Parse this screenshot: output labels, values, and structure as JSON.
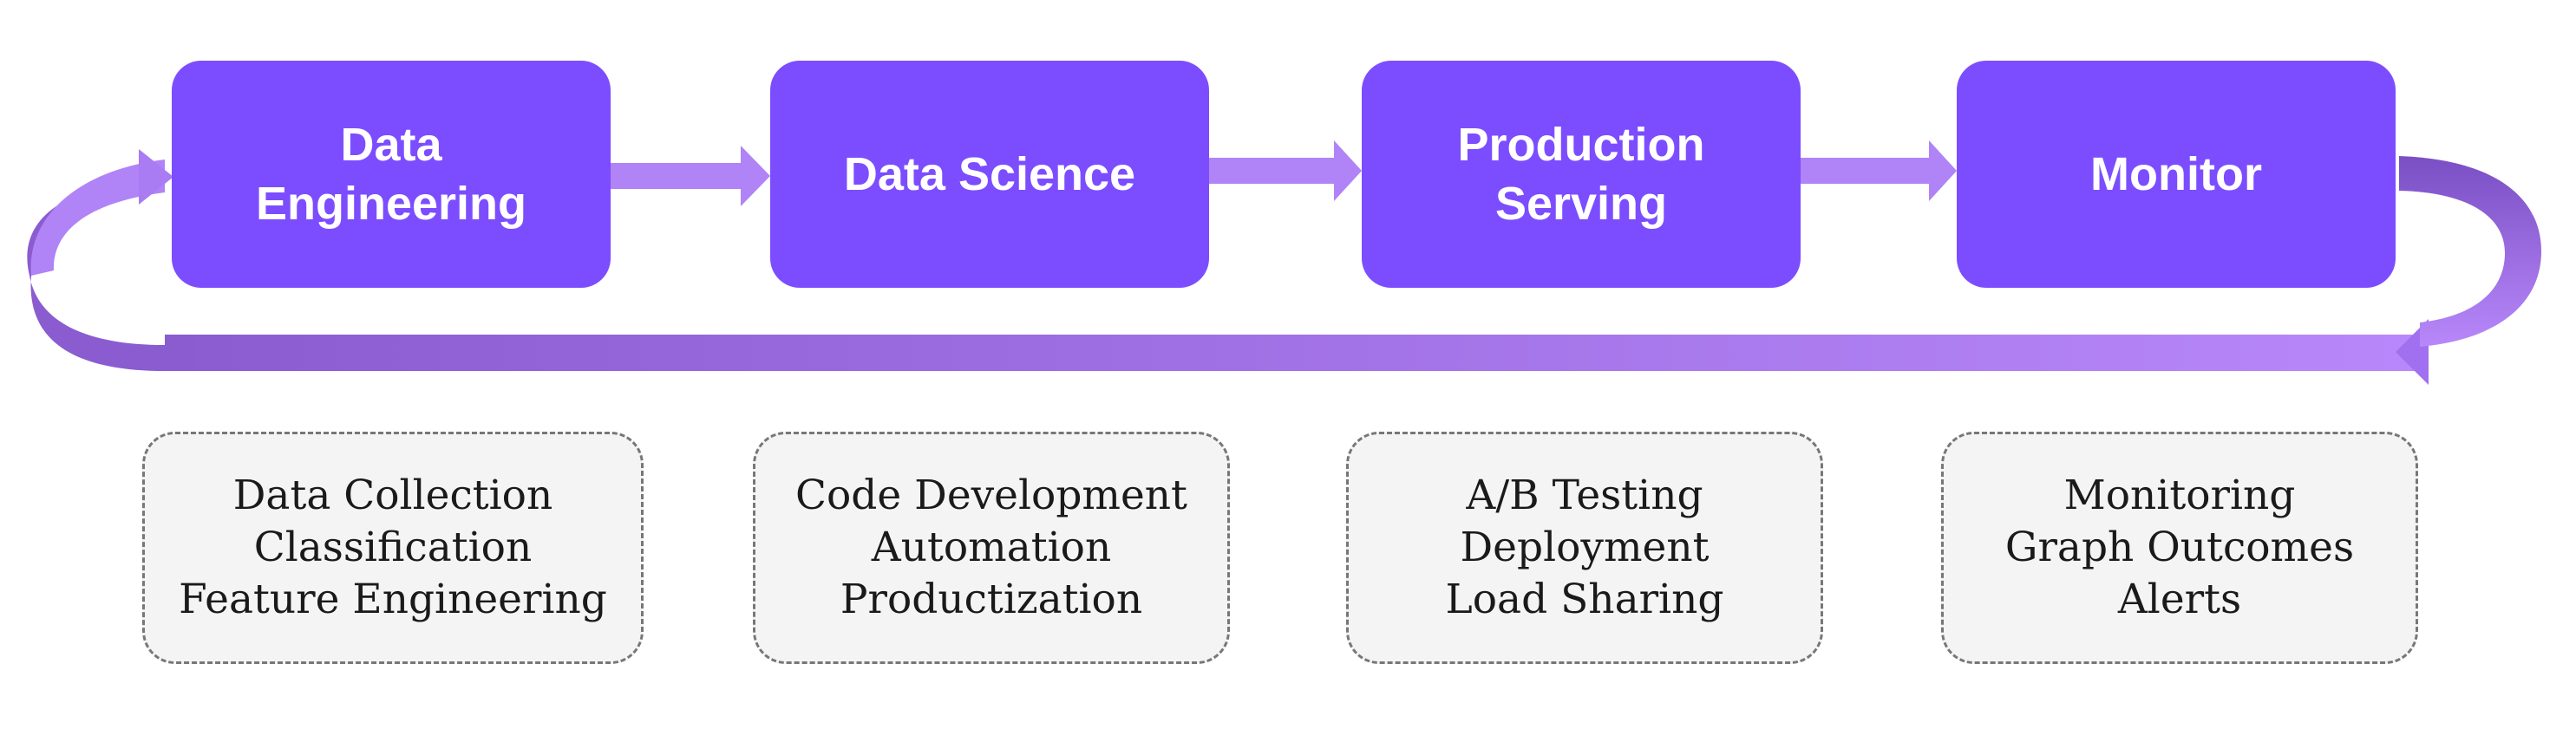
{
  "colors": {
    "stage_fill": "#7c4dff",
    "arrow_light": "#b083f7",
    "loop_dark": "#8a5cd0",
    "task_fill": "#f4f4f4",
    "task_border": "#777777"
  },
  "stages": [
    {
      "title": "Data\nEngineering",
      "tasks": [
        "Data Collection",
        "Classification",
        "Feature Engineering"
      ]
    },
    {
      "title": "Data Science",
      "tasks": [
        "Code Development",
        "Automation",
        "Productization"
      ]
    },
    {
      "title": "Production\nServing",
      "tasks": [
        "A/B Testing",
        "Deployment",
        "Load Sharing"
      ]
    },
    {
      "title": "Monitor",
      "tasks": [
        "Monitoring",
        "Graph Outcomes",
        "Alerts"
      ]
    }
  ]
}
